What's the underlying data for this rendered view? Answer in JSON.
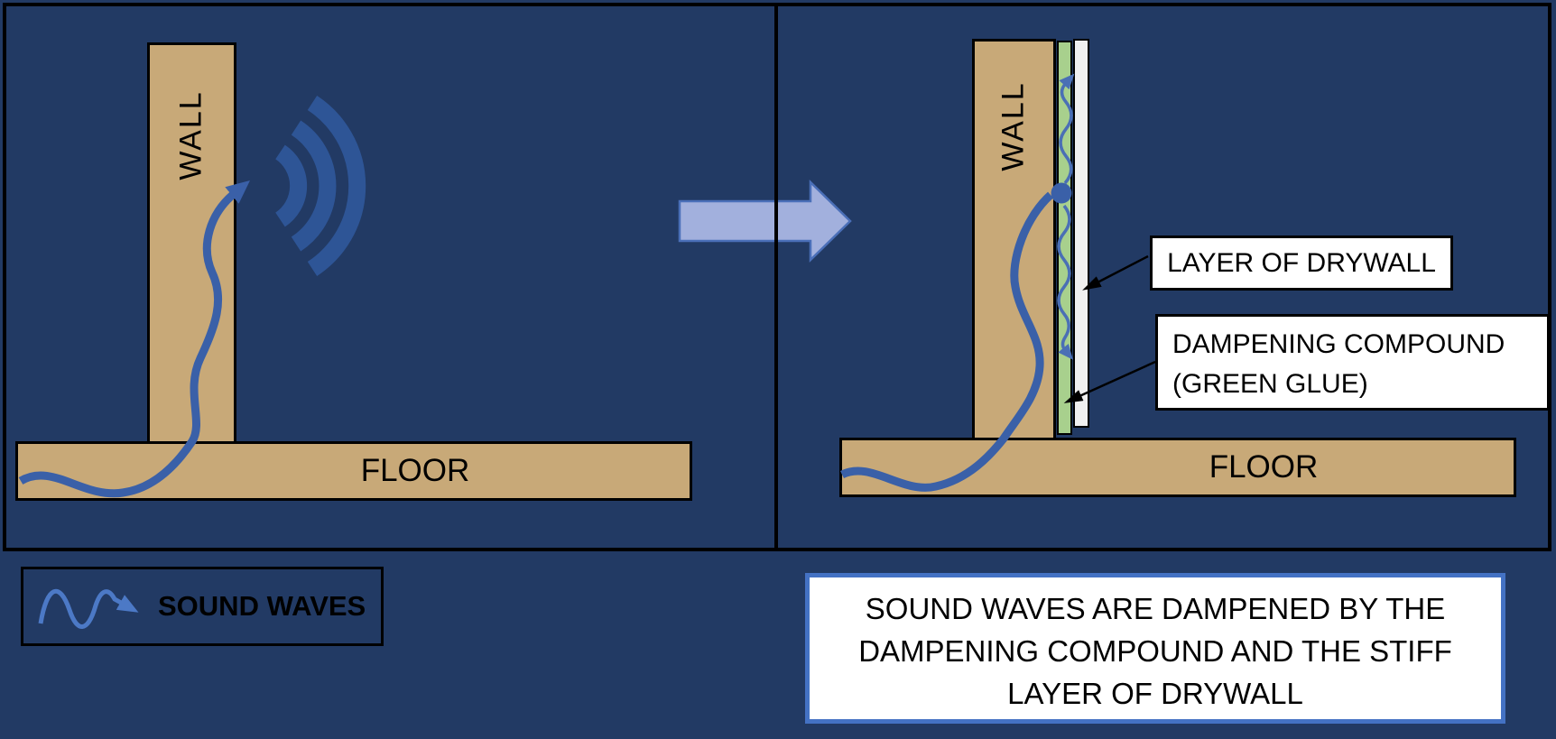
{
  "left_panel": {
    "wall_label": "WALL",
    "floor_label": "FLOOR"
  },
  "right_panel": {
    "wall_label": "WALL",
    "floor_label": "FLOOR"
  },
  "annotations": {
    "drywall_label": "LAYER OF DRYWALL",
    "compound_label_line1": "DAMPENING COMPOUND",
    "compound_label_line2": "(GREEN GLUE)"
  },
  "legend": {
    "label": "SOUND WAVES"
  },
  "caption": {
    "line1": "SOUND WAVES ARE DAMPENED BY THE",
    "line2": "DAMPENING COMPOUND AND THE STIFF",
    "line3": "LAYER OF DRYWALL"
  },
  "icons": {
    "sound_wave_icon": "wavy-arrow",
    "sound_emission_icon": "three-arcs",
    "transition_icon": "right-block-arrow"
  },
  "colors": {
    "background": "#223A64",
    "panel_border": "#000000",
    "wood": "#C8A978",
    "sound_wave_blue": "#3A60A8",
    "arc_blue": "#2E5596",
    "damped_wave_blue": "#4A6FB5",
    "transition_arrow_fill": "#A2B0DD",
    "transition_arrow_stroke": "#4A6FB8",
    "green_glue": "#A8D08D",
    "drywall": "#F0F0F0",
    "caption_border": "#4472C4",
    "legend_wave": "#4C79C6"
  }
}
